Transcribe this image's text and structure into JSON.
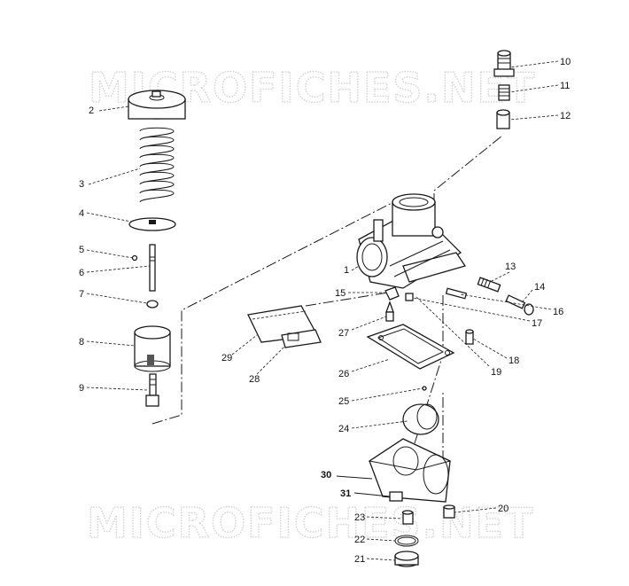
{
  "watermark": {
    "top": "MICROFICHES.NET",
    "bottom": "MICROFICHES.NET"
  },
  "callouts": {
    "c1": "1",
    "c2": "2",
    "c3": "3",
    "c4": "4",
    "c5": "5",
    "c6": "6",
    "c7": "7",
    "c8": "8",
    "c9": "9",
    "c10": "10",
    "c11": "11",
    "c12": "12",
    "c13": "13",
    "c14": "14",
    "c15": "15",
    "c16": "16",
    "c17": "17",
    "c18": "18",
    "c19": "19",
    "c20": "20",
    "c21": "21",
    "c22": "22",
    "c23": "23",
    "c24": "24",
    "c25": "25",
    "c26": "26",
    "c27": "27",
    "c28": "28",
    "c29": "29",
    "c30": "30",
    "c31": "31"
  }
}
